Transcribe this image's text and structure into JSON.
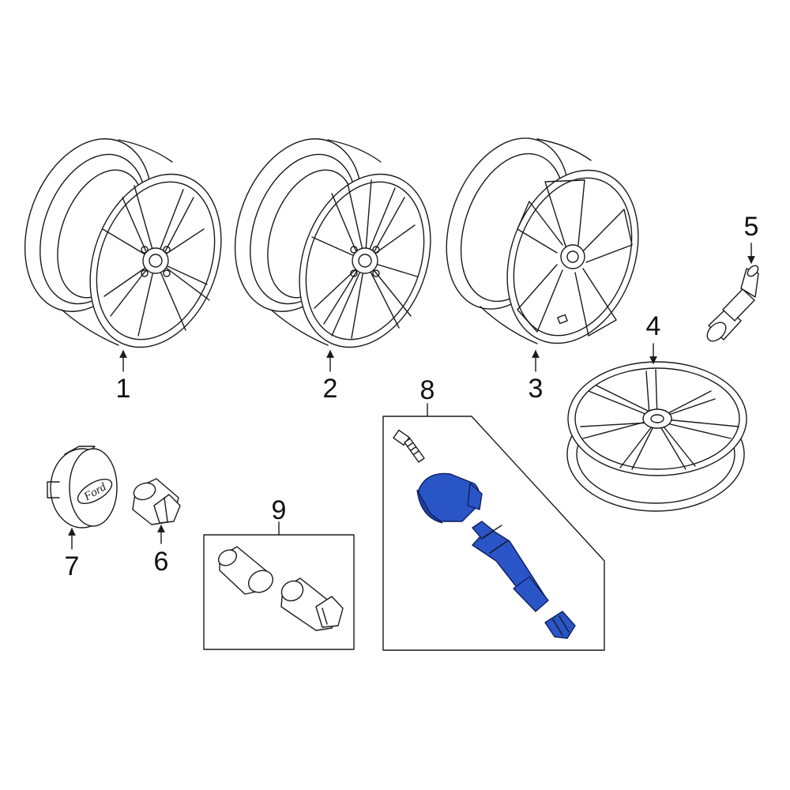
{
  "diagram": {
    "callouts": [
      "1",
      "2",
      "3",
      "4",
      "5",
      "6",
      "7",
      "8",
      "9"
    ],
    "emblem_text": "Ford",
    "highlight_color": "#2a55c7",
    "line_color": "#1a1a1a"
  }
}
